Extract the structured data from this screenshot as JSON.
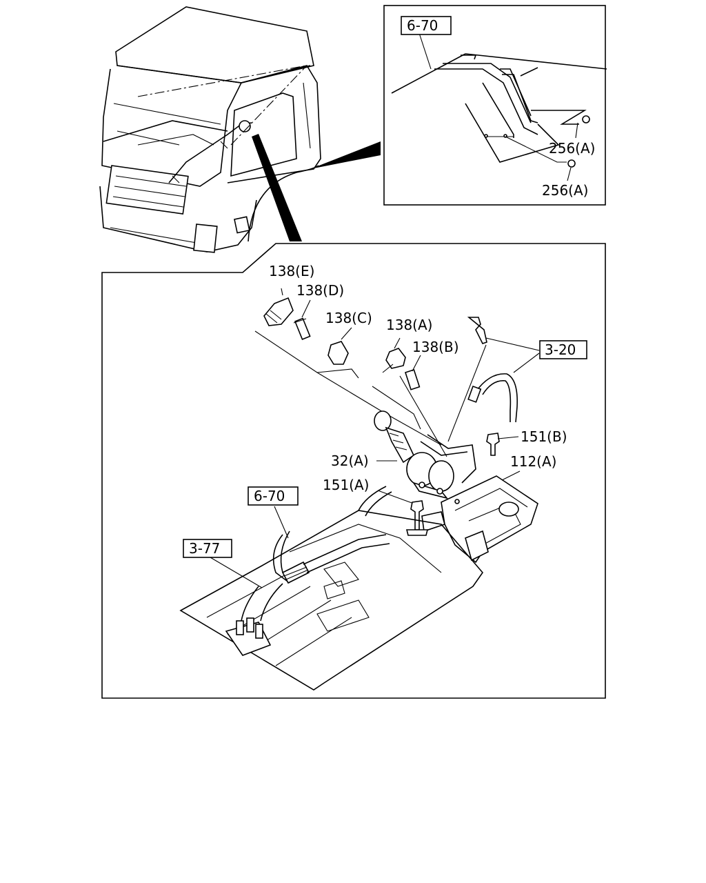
{
  "callouts": {
    "ref_6_70_top": "6-70",
    "ref_3_20": "3-20",
    "ref_6_70_lower": "6-70",
    "ref_3_77": "3-77",
    "p256a_1": "256(A)",
    "p256a_2": "256(A)",
    "p138e": "138(E)",
    "p138d": "138(D)",
    "p138c": "138(C)",
    "p138a": "138(A)",
    "p138b": "138(B)",
    "p151b": "151(B)",
    "p32a": "32(A)",
    "p112a": "112(A)",
    "p151a": "151(A)"
  }
}
